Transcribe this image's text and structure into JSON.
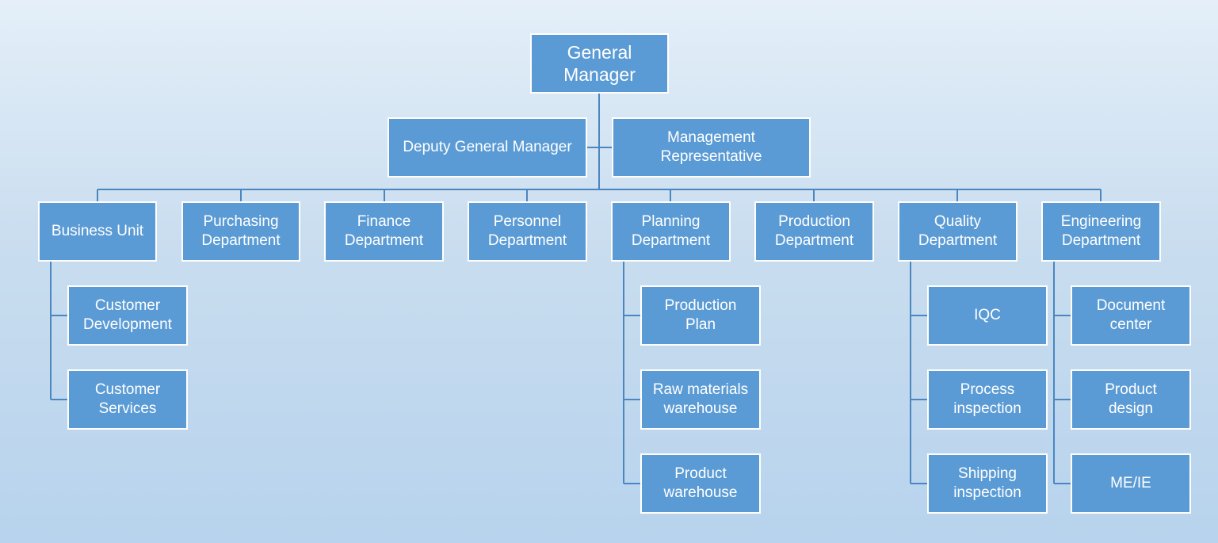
{
  "colors": {
    "box_fill": "#5b9bd5",
    "box_border": "#ffffff",
    "connector": "#4a86c0",
    "text": "#ffffff"
  },
  "nodes": {
    "general_manager": "General\nManager",
    "deputy_general_manager": "Deputy General Manager",
    "management_representative": "Management\nRepresentative",
    "business_unit": "Business Unit",
    "purchasing_department": "Purchasing\nDepartment",
    "finance_department": "Finance\nDepartment",
    "personnel_department": "Personnel\nDepartment",
    "planning_department": "Planning\nDepartment",
    "production_department": "Production\nDepartment",
    "quality_department": "Quality\nDepartment",
    "engineering_department": "Engineering\nDepartment",
    "customer_development": "Customer\nDevelopment",
    "customer_services": "Customer\nServices",
    "production_plan": "Production\nPlan",
    "raw_materials_warehouse": "Raw materials\nwarehouse",
    "product_warehouse": "Product\nwarehouse",
    "iqc": "IQC",
    "process_inspection": "Process\ninspection",
    "shipping_inspection": "Shipping\ninspection",
    "document_center": "Document\ncenter",
    "product_design": "Product\ndesign",
    "me_ie": "ME/IE"
  }
}
